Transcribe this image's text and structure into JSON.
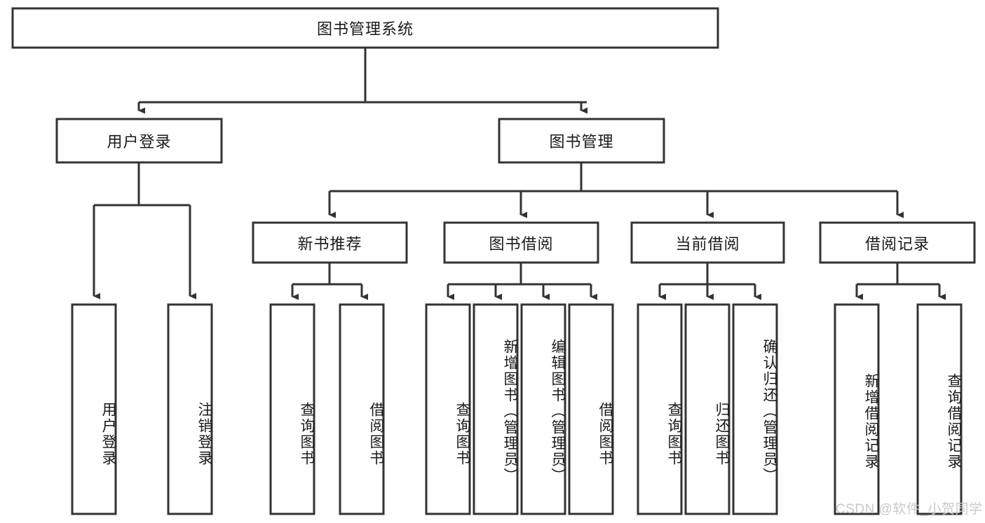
{
  "diagram": {
    "type": "tree-hierarchy",
    "orientation": "top-down",
    "root": {
      "id": "root",
      "label": "图书管理系统"
    },
    "levels": {
      "level1": [
        {
          "id": "user-login",
          "label": "用户登录"
        },
        {
          "id": "book-manage",
          "label": "图书管理"
        }
      ],
      "level2": [
        {
          "id": "new-book-rec",
          "label": "新书推荐",
          "parent": "book-manage"
        },
        {
          "id": "book-borrow",
          "label": "图书借阅",
          "parent": "book-manage"
        },
        {
          "id": "current-borrow",
          "label": "当前借阅",
          "parent": "book-manage"
        },
        {
          "id": "borrow-record",
          "label": "借阅记录",
          "parent": "book-manage"
        }
      ],
      "leaves": [
        {
          "id": "leaf-user-login",
          "label": "用户登录",
          "parent": "user-login"
        },
        {
          "id": "leaf-user-logout",
          "label": "注销登录",
          "parent": "user-login"
        },
        {
          "id": "leaf-rec-query",
          "label": "查询图书",
          "parent": "new-book-rec"
        },
        {
          "id": "leaf-rec-borrow",
          "label": "借阅图书",
          "parent": "new-book-rec"
        },
        {
          "id": "leaf-borrow-query",
          "label": "查询图书",
          "parent": "book-borrow"
        },
        {
          "id": "leaf-borrow-add",
          "label": "新增图书（管理员）",
          "parent": "book-borrow"
        },
        {
          "id": "leaf-borrow-edit",
          "label": "编辑图书（管理员）",
          "parent": "book-borrow"
        },
        {
          "id": "leaf-borrow-lend",
          "label": "借阅图书",
          "parent": "book-borrow"
        },
        {
          "id": "leaf-cur-query",
          "label": "查询图书",
          "parent": "current-borrow"
        },
        {
          "id": "leaf-cur-return",
          "label": "归还图书",
          "parent": "current-borrow"
        },
        {
          "id": "leaf-cur-confirm",
          "label": "确认归还（管理员）",
          "parent": "current-borrow"
        },
        {
          "id": "leaf-rec-add",
          "label": "新增借阅记录",
          "parent": "borrow-record"
        },
        {
          "id": "leaf-rec-query2",
          "label": "查询借阅记录",
          "parent": "borrow-record"
        }
      ]
    },
    "colors": {
      "stroke": "#333333",
      "fill": "#ffffff",
      "text": "#1a1a1a",
      "watermark": "#c9c9c9"
    }
  },
  "watermark": {
    "text": "CSDN @软件_小贺同学"
  }
}
